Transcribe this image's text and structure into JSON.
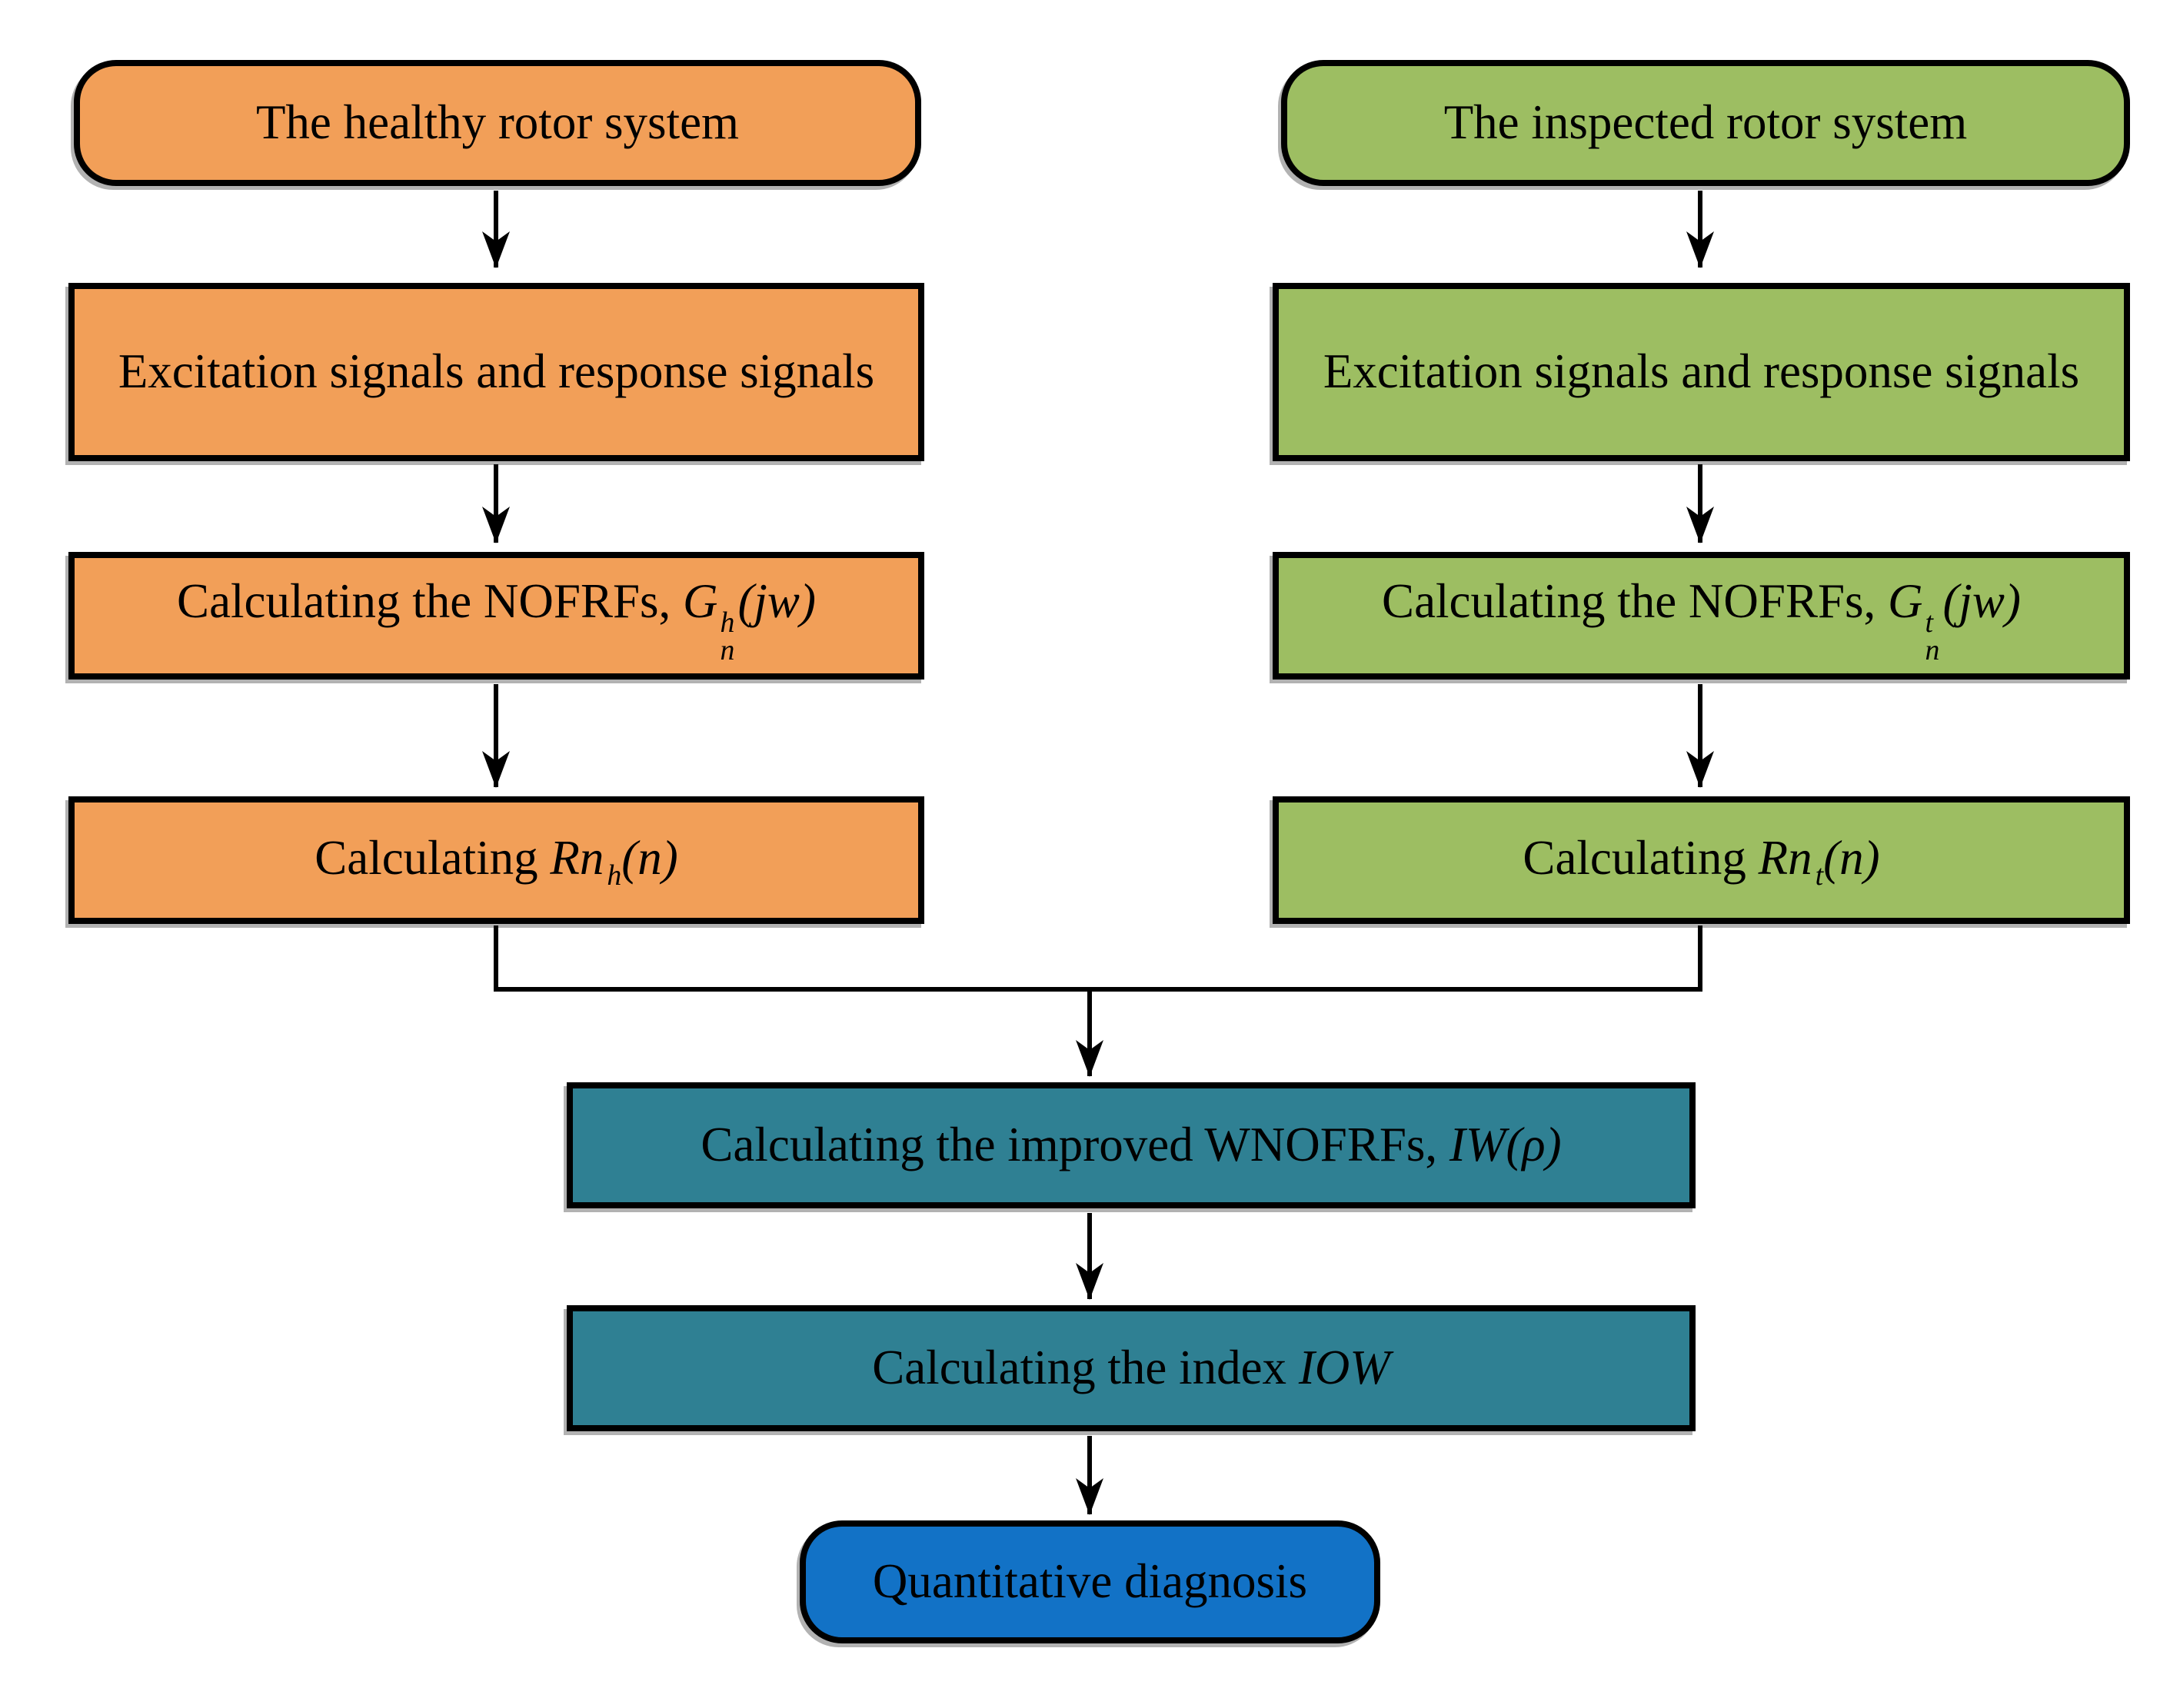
{
  "diagram": {
    "colors": {
      "healthy_fill": "#F29F58",
      "inspected_fill": "#9DBE62",
      "merge_fill": "#2F8093",
      "diagnosis_fill": "#1272C6",
      "outline": "#000000",
      "connector": "#000000"
    },
    "columns": {
      "healthy": {
        "system": "The healthy rotor system",
        "signals": "Excitation signals and response signals",
        "nofrfs": {
          "prefix": "Calculating the NOFRFs, ",
          "symbol": "G",
          "sup": "h",
          "sub": "n",
          "args": "(jw)"
        },
        "rn": {
          "prefix": "Calculating ",
          "symbol": "Rn",
          "sub": "h",
          "args": "(n)"
        }
      },
      "inspected": {
        "system": "The inspected rotor system",
        "signals": "Excitation signals and response signals",
        "nofrfs": {
          "prefix": "Calculating the NOFRFs, ",
          "symbol": "G",
          "sup": "t",
          "sub": "n",
          "args": "(jw)"
        },
        "rn": {
          "prefix": "Calculating ",
          "symbol": "Rn",
          "sub": "t",
          "args": "(n)"
        }
      }
    },
    "merge": {
      "wnofrfs": {
        "prefix": "Calculating the improved WNOFRFs, ",
        "symbol": "IW",
        "args": "(ρ)"
      },
      "index": {
        "prefix": "Calculating the index ",
        "symbol": "IOW"
      },
      "diagnosis": "Quantitative diagnosis"
    }
  }
}
